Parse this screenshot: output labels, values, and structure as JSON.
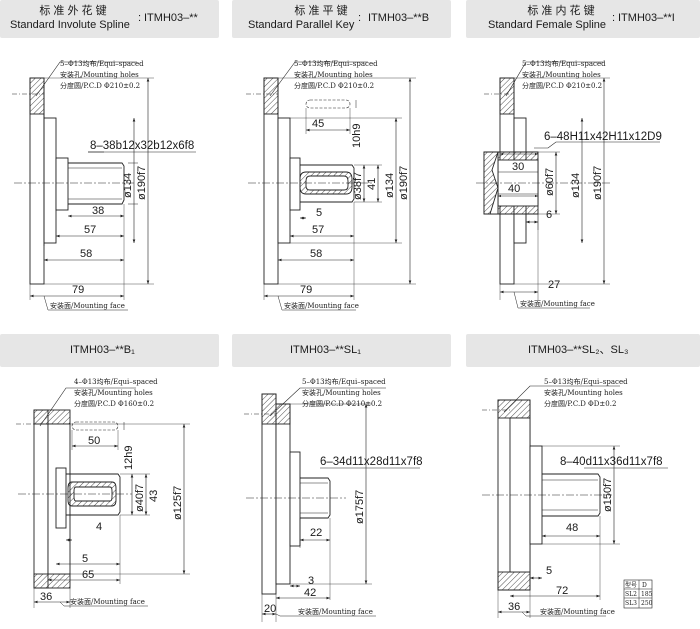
{
  "header_tabs": [
    {
      "cn": "标 准 外 花 键",
      "en": "Standard Involute Spline",
      "code": "ITMH03–**"
    },
    {
      "cn": "标 准 平 键",
      "en": "Standard Parallel Key",
      "code": "ITMH03–**B"
    },
    {
      "cn": "标 准 内 花 键",
      "en": "Standard Female Spline",
      "code": "ITMH03–**I"
    },
    {
      "code": "ITMH03–**B₁"
    },
    {
      "code": "ITMH03–**SL₁"
    },
    {
      "code": "ITMH03–**SL₂、SL₃"
    }
  ],
  "notes": {
    "holes_5": "5–Φ13均布/Equi–spaced",
    "holes_4": "4–Φ13均布/Equi–spaced",
    "mounting_holes": "安装孔/Mounting holes",
    "pcd_210": "分度圆/P.C.D Φ210±0.2",
    "pcd_160": "分度圆/P.C.D Φ160±0.2",
    "pcd_d": "分度圆/P.C.D ΦD±0.2",
    "mounting_face": "安装面/Mounting face"
  },
  "drawing1": {
    "spec": "8–38b12x32b12x6f8",
    "d1": "38",
    "d2": "57",
    "d3": "58",
    "d4": "79",
    "dia1": "ø134",
    "dia2": "ø190f7"
  },
  "drawing2": {
    "d_key": "45",
    "d_h": "10h9",
    "d_5": "5",
    "d_57": "57",
    "d_58": "58",
    "d_79": "79",
    "dia_shaft": "ø38f7",
    "d_41": "41",
    "dia1": "ø134",
    "dia2": "ø190f7"
  },
  "drawing3": {
    "spec": "6–48H11x42H11x12D9",
    "d_30": "30",
    "d_40": "40",
    "dia_in": "ø60f7",
    "dia1": "ø134",
    "dia2": "ø190f7",
    "d_6": "6",
    "d_27": "27"
  },
  "drawing4": {
    "d_50": "50",
    "d_12h9": "12h9",
    "dia_shaft": "ø40f7",
    "d_43": "43",
    "dia2": "ø125f7",
    "d_4": "4",
    "d_5": "5",
    "d_65": "65",
    "d_36": "36"
  },
  "drawing5": {
    "spec": "6–34d11x28d11x7f8",
    "d_22": "22",
    "dia2": "ø175f7",
    "d_3": "3",
    "d_42": "42",
    "d_20": "20"
  },
  "drawing6": {
    "spec": "8–40d11x36d11x7f8",
    "d_48": "48",
    "dia2": "ø150f7",
    "d_5": "5",
    "d_72": "72",
    "d_36": "36"
  },
  "table": {
    "h1": "型号",
    "h2": "D",
    "r1c1": "SL2",
    "r1c2": "185",
    "r2c1": "SL3",
    "r2c2": "250"
  }
}
